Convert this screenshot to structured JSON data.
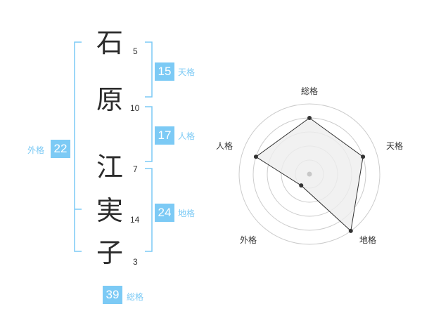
{
  "colors": {
    "accent": "#7ccaf5",
    "accent_text": "#7ccaf5",
    "char_text": "#2b2b2b",
    "radar_fill": "#eeeeee",
    "radar_line": "#333333",
    "grid": "#cccccc"
  },
  "name": {
    "chars": [
      {
        "char": "石",
        "strokes": "5"
      },
      {
        "char": "原",
        "strokes": "10"
      },
      {
        "char": "江",
        "strokes": "7"
      },
      {
        "char": "実",
        "strokes": "14"
      },
      {
        "char": "子",
        "strokes": "3"
      }
    ]
  },
  "kaku": {
    "tenkaku": {
      "value": "15",
      "label": "天格"
    },
    "jinkaku": {
      "value": "17",
      "label": "人格"
    },
    "chikaku": {
      "value": "24",
      "label": "地格"
    },
    "gaikaku": {
      "value": "22",
      "label": "外格"
    },
    "soukaku": {
      "value": "39",
      "label": "総格"
    }
  },
  "chart_data": {
    "type": "radar",
    "axes": [
      "総格",
      "天格",
      "地格",
      "外格",
      "人格"
    ],
    "values": [
      4,
      4,
      5,
      1,
      4
    ],
    "max": 5,
    "rings": 5
  }
}
